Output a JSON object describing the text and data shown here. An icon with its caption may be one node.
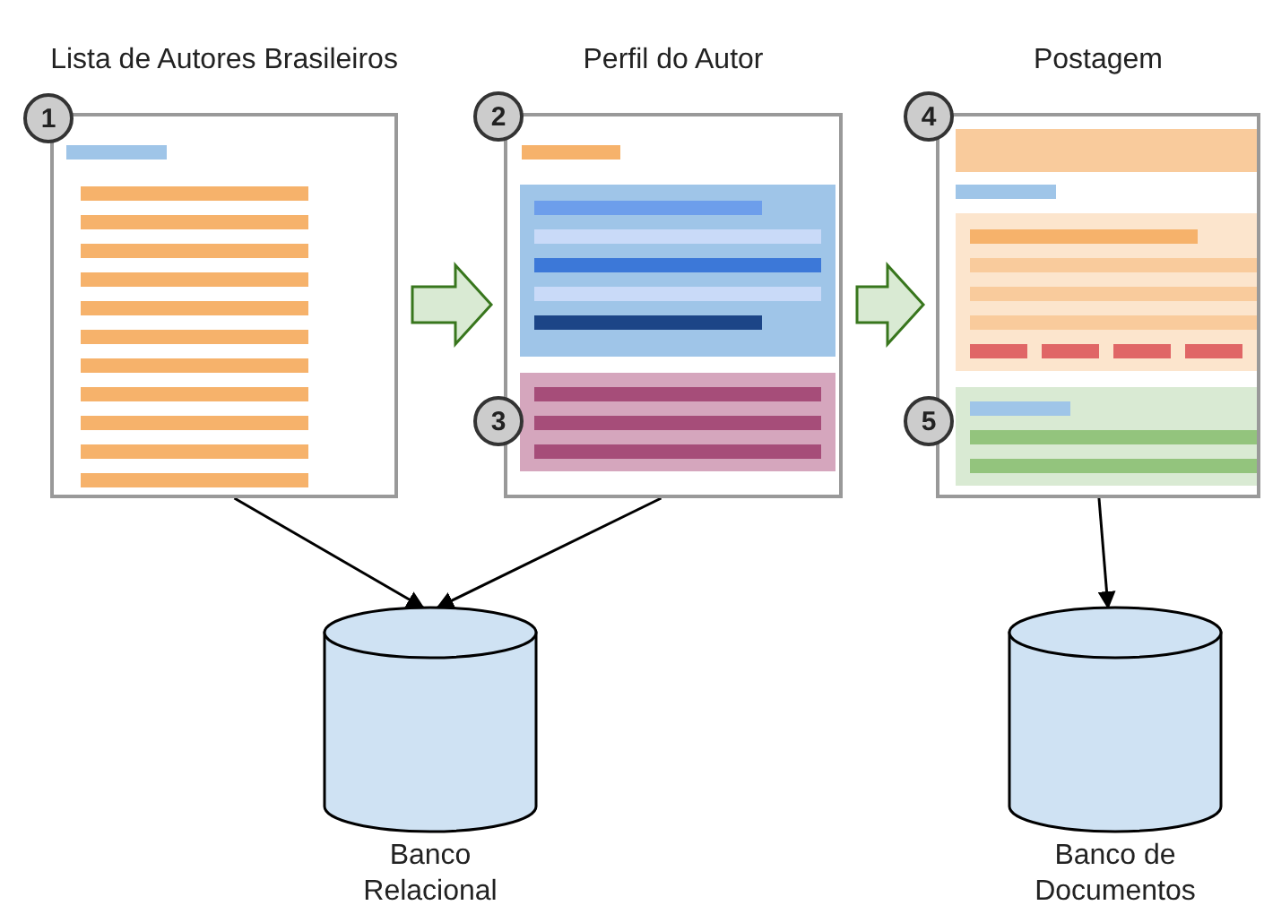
{
  "diagram": {
    "nodes": [
      {
        "text": [
          "Lista de Autores Brasileiros"
        ]
      },
      {
        "text": [
          "1"
        ]
      },
      {
        "text": [
          "Perfil do Autor"
        ]
      },
      {
        "text": [
          "2"
        ]
      },
      {
        "text": [
          "3"
        ]
      },
      {
        "text": [
          "Postagem"
        ]
      },
      {
        "text": [
          "4"
        ]
      },
      {
        "text": [
          "5"
        ]
      },
      {
        "text": [
          "Banco Relacional"
        ]
      },
      {
        "text": [
          "Banco de Documentos"
        ]
      }
    ],
    "edges": [
      {
        "from": 0,
        "to": 2,
        "arrow": "to",
        "style": "thick",
        "color": "#38761d"
      },
      {
        "from": 2,
        "to": 5,
        "arrow": "to",
        "style": "thick",
        "color": "#38761d"
      },
      {
        "from": 0,
        "to": 8,
        "arrow": "to"
      },
      {
        "from": 2,
        "to": 8,
        "arrow": "to"
      },
      {
        "from": 5,
        "to": 9,
        "arrow": "to"
      }
    ]
  }
}
